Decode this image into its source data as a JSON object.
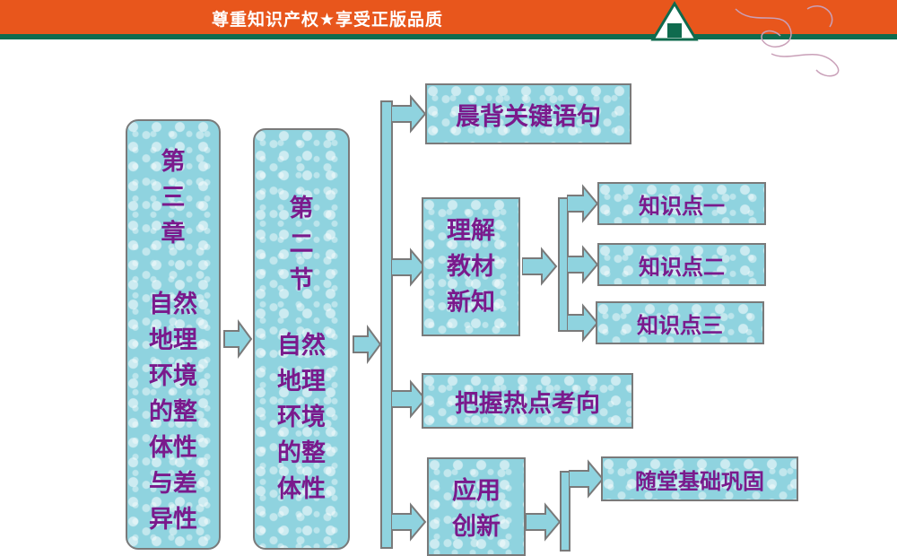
{
  "banner": {
    "text": "尊重知识产权★享受正版品质"
  },
  "icons": {
    "logo": "triangle-a-logo",
    "decoration": "swirl-decoration",
    "arrow": "right-arrow-icon"
  },
  "colors": {
    "banner": "#e8561c",
    "banner_line": "#0f6b4e",
    "box_fill": "#8fd3df",
    "text": "#7a1a8c",
    "border": "#7a7a7a"
  },
  "chapter": {
    "title": "第三章",
    "subtitle": "自然地理环境的整体性与差异性"
  },
  "section": {
    "title": "第二节",
    "subtitle": "自然地理环境的整体性"
  },
  "outline": {
    "morning": "晨背关键语句",
    "understand": "理解教材新知",
    "points": [
      "知识点一",
      "知识点二",
      "知识点三"
    ],
    "hotspot": "把握热点考向",
    "apply": "应用创新",
    "consolidate": "随堂基础巩固"
  }
}
